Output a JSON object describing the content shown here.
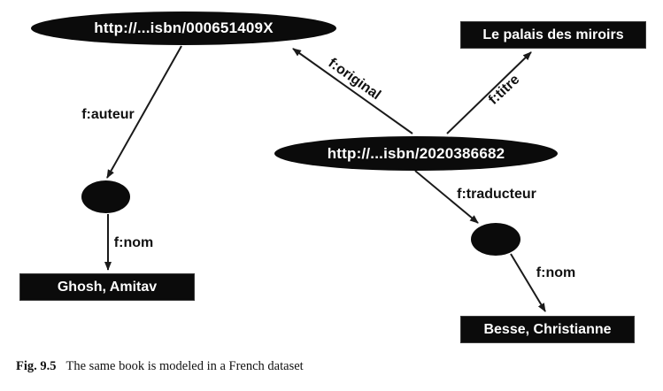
{
  "figure": {
    "caption_label": "Fig. 9.5",
    "caption_text": "The same book is modeled in a French dataset"
  },
  "graph": {
    "nodes": {
      "book_original": {
        "label": "http://...isbn/000651409X",
        "type": "resource"
      },
      "book_french": {
        "label": "http://...isbn/2020386682",
        "type": "resource"
      },
      "title_literal": {
        "label": "Le palais des miroirs",
        "type": "literal"
      },
      "author_literal": {
        "label": "Ghosh, Amitav",
        "type": "literal"
      },
      "translator_literal": {
        "label": "Besse, Christianne",
        "type": "literal"
      },
      "blank_author": {
        "label": "",
        "type": "blank-node"
      },
      "blank_translator": {
        "label": "",
        "type": "blank-node"
      }
    },
    "edges": {
      "auteur": {
        "label": "f:auteur"
      },
      "nom_left": {
        "label": "f:nom"
      },
      "original": {
        "label": "f:original"
      },
      "titre": {
        "label": "f:titre"
      },
      "traducteur": {
        "label": "f:traducteur"
      },
      "nom_right": {
        "label": "f:nom"
      }
    },
    "colors": {
      "node_fill": "#0b0b0b",
      "node_text": "#ffffff",
      "edge_stroke": "#1a1a1a",
      "background": "#ffffff"
    }
  }
}
